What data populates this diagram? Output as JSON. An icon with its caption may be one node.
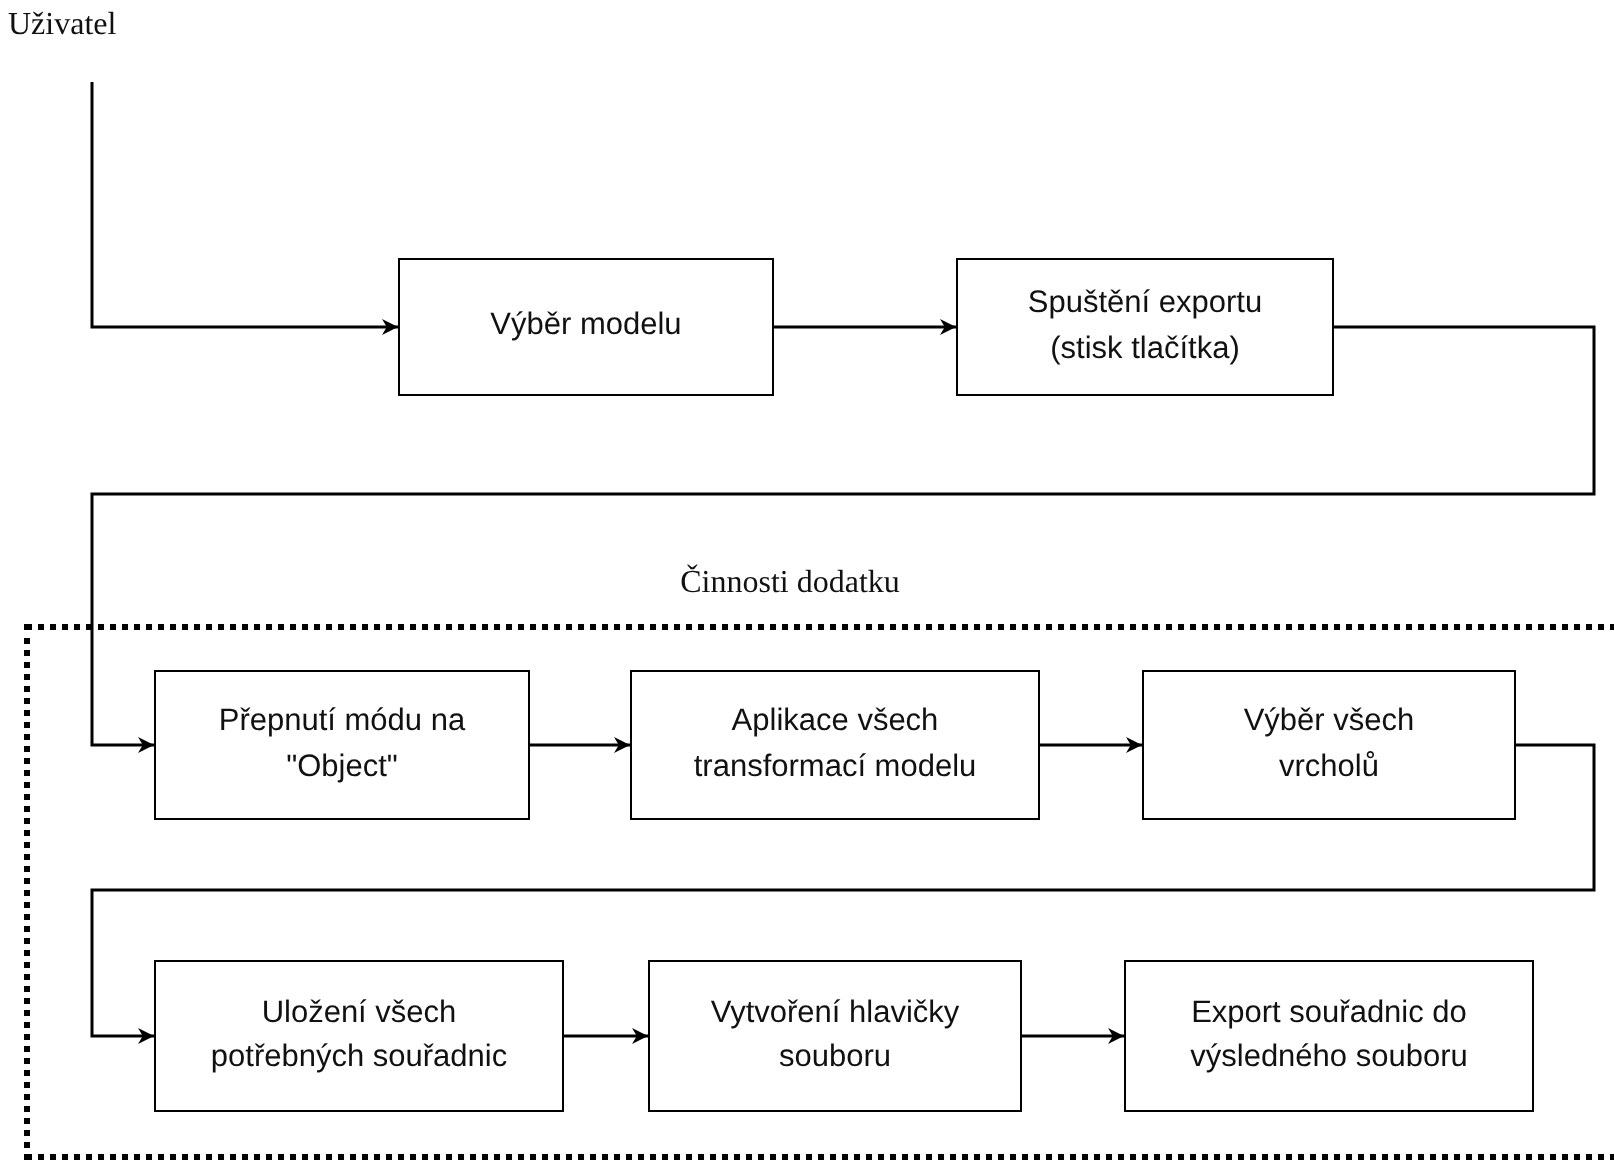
{
  "diagram": {
    "nodes": [
      {
        "text": [
          "Uživatel"
        ]
      },
      {
        "text": [
          "Výběr modelu"
        ]
      },
      {
        "text": [
          "Spuštění exportu (stisk tlačítka)"
        ]
      },
      {
        "text": [
          "Činnosti dodatku"
        ]
      },
      {
        "text": [
          "Přepnutí módu na \"Object\""
        ],
        "in": 3
      },
      {
        "text": [
          "Aplikace všech transformací modelu"
        ],
        "in": 3
      },
      {
        "text": [
          "Výběr všech vrcholů"
        ],
        "in": 3
      },
      {
        "text": [
          "Uložení všech potřebných souřadnic"
        ],
        "in": 3
      },
      {
        "text": [
          "Vytvoření hlavičky souboru"
        ],
        "in": 3
      },
      {
        "text": [
          "Export souřadnic do výsledného souboru"
        ],
        "in": 3
      }
    ],
    "edges": [
      {
        "from": 0,
        "to": 1,
        "arrow": "to"
      },
      {
        "from": 1,
        "to": 2,
        "arrow": "to"
      },
      {
        "from": 2,
        "to": 4,
        "arrow": "to"
      },
      {
        "from": 4,
        "to": 5,
        "arrow": "to"
      },
      {
        "from": 5,
        "to": 6,
        "arrow": "to"
      },
      {
        "from": 6,
        "to": 7,
        "arrow": "to"
      },
      {
        "from": 7,
        "to": 8,
        "arrow": "to"
      },
      {
        "from": 8,
        "to": 9,
        "arrow": "to"
      }
    ]
  }
}
